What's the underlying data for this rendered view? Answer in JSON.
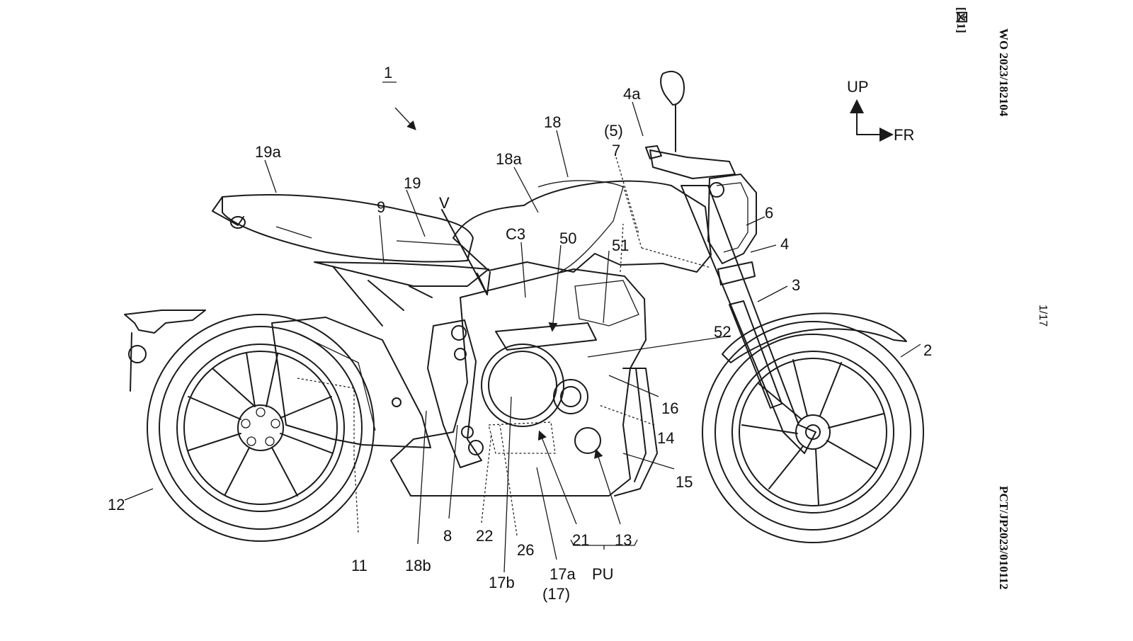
{
  "header": {
    "figure_tag": "[図1]",
    "pub_number": "WO 2023/182104",
    "page_number": "1/17",
    "app_number": "PCT/JP2023/010112"
  },
  "orientation": {
    "up_label": "UP",
    "fr_label": "FR"
  },
  "labels": {
    "vehicle": "1",
    "front_wheel": "2",
    "front_fork": "3",
    "handle": "4",
    "handle_grip": "4a",
    "handle_ref": "(5)",
    "headlight": "6",
    "cover": "7",
    "step_bracket": "8",
    "seat_frame": "9",
    "muffler": "11",
    "rear_wheel": "12",
    "part_13": "13",
    "part_14": "14",
    "part_15": "15",
    "part_16": "16",
    "part_17a": "17a",
    "part_17_ref": "(17)",
    "part_17b": "17b",
    "fuel_tank": "18",
    "tank_18a": "18a",
    "tank_18b": "18b",
    "seat": "19",
    "seat_19a": "19a",
    "part_21": "21",
    "part_22": "22",
    "part_26": "26",
    "part_50": "50",
    "part_51": "51",
    "part_52": "52",
    "c3": "C3",
    "view_v": "V",
    "power_unit": "PU"
  },
  "colors": {
    "ink": "#1a1a1a",
    "paper": "#ffffff"
  }
}
